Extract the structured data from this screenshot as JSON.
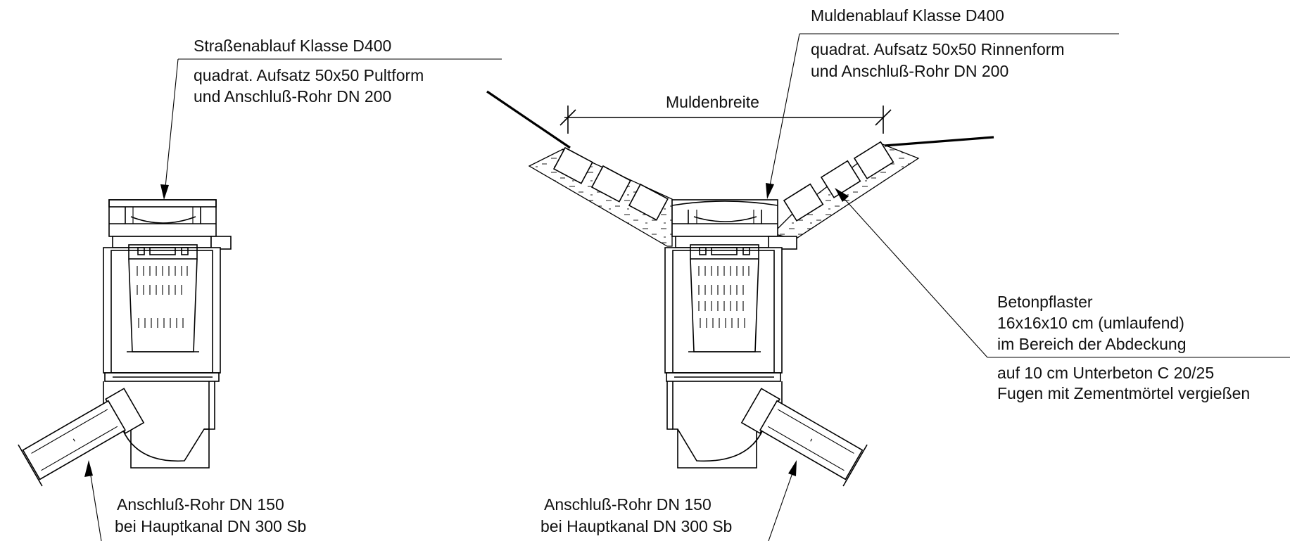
{
  "labels": {
    "strassenablauf_title": "Straßenablauf Klasse D400",
    "strassenablauf_line1": "quadrat. Aufsatz 50x50 Pultform",
    "strassenablauf_line2": "und Anschluß-Rohr DN 200",
    "muldenablauf_title": "Muldenablauf Klasse D400",
    "muldenablauf_line1": "quadrat. Aufsatz 50x50 Rinnenform",
    "muldenablauf_line2": "und Anschluß-Rohr DN 200",
    "muldenbreite": "Muldenbreite",
    "betonpflaster_line1": "Betonpflaster",
    "betonpflaster_line2": "16x16x10 cm (umlaufend)",
    "betonpflaster_line3": "im Bereich der Abdeckung",
    "betonpflaster_line4": "auf 10 cm Unterbeton C 20/25",
    "betonpflaster_line5": "Fugen mit Zementmörtel vergießen",
    "anschluss_left_line1": "Anschluß-Rohr DN 150",
    "anschluss_left_line2": "bei Hauptkanal DN 300 Sb",
    "anschluss_right_line1": "Anschluß-Rohr DN 150",
    "anschluss_right_line2": "bei Hauptkanal DN 300 Sb"
  }
}
